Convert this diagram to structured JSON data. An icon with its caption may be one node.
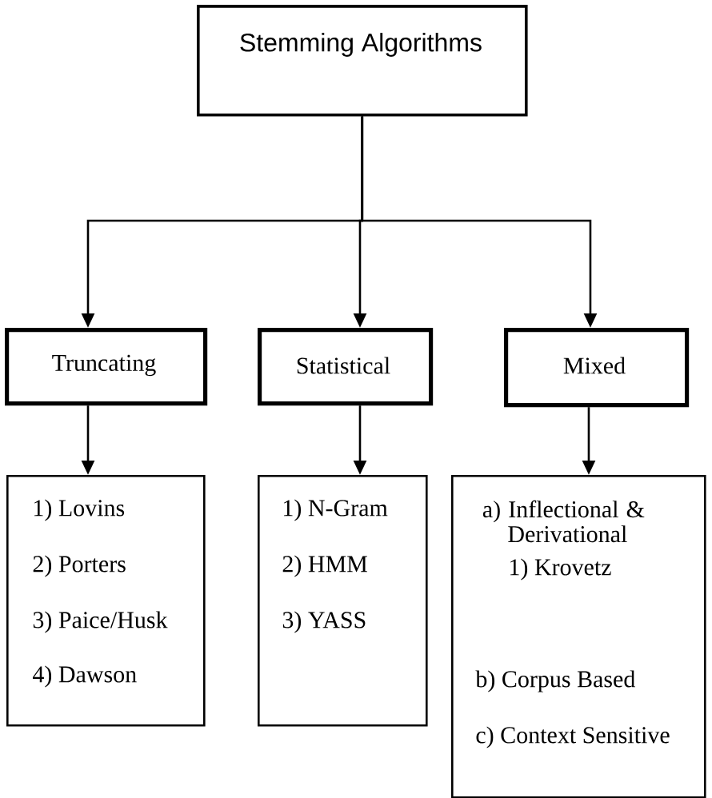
{
  "diagram": {
    "nodes": [
      {
        "text": [
          "Stemming Algorithms"
        ]
      },
      {
        "text": [
          "Truncating"
        ]
      },
      {
        "text": [
          "Statistical"
        ]
      },
      {
        "text": [
          "Mixed"
        ]
      },
      {
        "text": [
          "1) Lovins",
          "2) Porters",
          "3) Paice/Husk",
          "4) Dawson"
        ]
      },
      {
        "text": [
          "1) N-Gram",
          "2) HMM",
          "3) YASS"
        ]
      },
      {
        "text": [
          "a) Inflectional & Derivational",
          "1) Krovetz",
          "b) Corpus Based",
          "c) Context Sensitive"
        ]
      }
    ],
    "edges": [
      {
        "from": 0,
        "to": 1,
        "arrow": "to"
      },
      {
        "from": 0,
        "to": 2,
        "arrow": "to"
      },
      {
        "from": 0,
        "to": 3,
        "arrow": "to"
      },
      {
        "from": 1,
        "to": 4,
        "arrow": "to"
      },
      {
        "from": 2,
        "to": 5,
        "arrow": "to"
      },
      {
        "from": 3,
        "to": 6,
        "arrow": "to"
      }
    ]
  }
}
